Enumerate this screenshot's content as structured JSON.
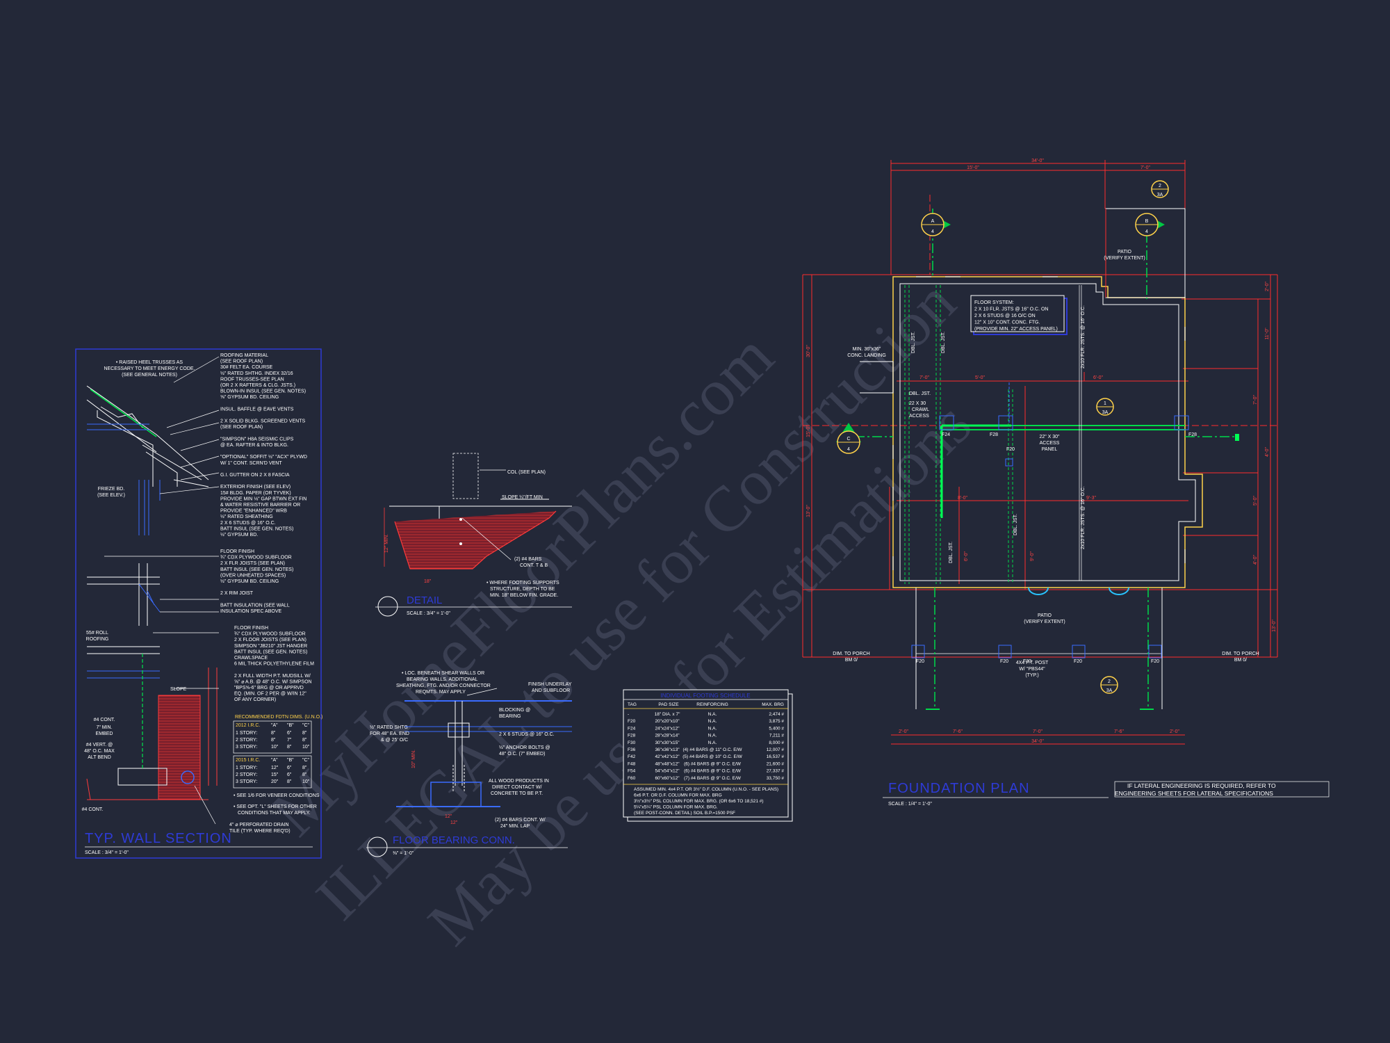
{
  "watermark": {
    "line1": "MyHomeFloorPlans.com",
    "line2": "ILLEGAL to use for Construction",
    "line3": "May be used for Estimations"
  },
  "wall_section": {
    "title": "TYP. WALL SECTION",
    "scale": "SCALE : 3/4\" = 1'-0\"",
    "left_notes": [
      "• RAISED HEEL TRUSSES AS",
      "NECESSARY TO MEET ENERGY CODE.",
      "(SEE GENERAL NOTES)"
    ],
    "frieze": [
      "FRIEZE BD.",
      "(SEE ELEV.)"
    ],
    "lower_left": [
      "55# ROLL",
      "ROOFING"
    ],
    "vert_notes": [
      "#4 CONT.",
      "7\" MIN.",
      "EMBED",
      "#4 VERT. @",
      "48\" O.C. MAX",
      "ALT BEND"
    ],
    "bottom_cont": "#4 CONT.",
    "right_notes_1": [
      "ROOFING MATERIAL",
      "(SEE ROOF PLAN)",
      "30# FELT EA. COURSE",
      "½\" RATED SHTHG. INDEX 32/16",
      "ROOF TRUSSES-SEE PLAN",
      "(OR 2 X RAFTERS & CLG. JSTS.)",
      "BLOWN-IN INSUL (SEE GEN. NOTES)",
      "⅝\" GYPSUM BD. CEILING",
      "",
      "INSUL. BAFFLE @ EAVE VENTS",
      "",
      "2 X SOLID BLKG. SCREENED VENTS",
      "(SEE ROOF PLAN)",
      "",
      "\"SIMPSON\" H8A SEISMIC CLIPS",
      "@ EA. RAFTER & INTO BLKG.",
      "",
      "\"OPTIONAL\" SOFFIT ½\" \"ACX\" PLYWD",
      "W/ 1\" CONT. SCRN'D VENT",
      "",
      "G.I. GUTTER ON 2 X 8 FASCIA",
      "",
      "EXTERIOR FINISH (SEE ELEV)",
      "15# BLDG. PAPER (OR TYVEK)",
      "PROVIDE MIN ⅛\" GAP BTWN EXT FIN",
      "& WATER RESISTIVE BARRIER OR",
      "PROVIDE \"ENHANCED\" WRB",
      "½\" RATED SHEATHING",
      "2 X 6 STUDS @ 16\" O.C.",
      "BATT INSUL (SEE GEN. NOTES)",
      "½\" GYPSUM BD."
    ],
    "right_notes_2": [
      "FLOOR FINISH",
      "¾\" CDX PLYWOOD SUBFLOOR",
      "2 X FLR JOISTS (SEE PLAN)",
      "BATT INSUL (SEE GEN. NOTES)",
      "(OVER UNHEATED SPACES)",
      "½\" GYPSUM BD. CEILING",
      "",
      "2 X  RIM JOIST",
      "",
      "BATT INSULATION (SEE WALL",
      "INSULATION SPEC ABOVE"
    ],
    "right_notes_3": [
      "FLOOR FINISH",
      "¾\" CDX PLYWOOD SUBFLOOR",
      "2 X FLOOR JOISTS (SEE PLAN)",
      "SIMPSON \"JB210\" JST HANGER",
      "BATT INSUL (SEE GEN. NOTES)",
      "CRAWLSPACE",
      "6 MIL THICK POLYETHYLENE FILM",
      "",
      "2 X FULL WIDTH P.T. MUDSILL W/",
      "⅝\" ⌀ A.B. @ 48\" O.C. W/ SIMPSON",
      "\"BPS⅝-6\" BRG @ OR APPRVD",
      "EQ. (MIN. OF 2 PER @ W/IN 12\"",
      "OF ANY CORNER)"
    ],
    "slope_label": "SLOPE",
    "recommend_title": "RECOMMENDED FDTN DIMS. (U.N.O.)",
    "irc2012_header": [
      "2012 I.R.C.",
      "\"A\"",
      "\"B\"",
      "\"C\""
    ],
    "irc2012_rows": [
      [
        "1 STORY:",
        "8\"",
        "6\"",
        "8\""
      ],
      [
        "2 STORY:",
        "8\"",
        "7\"",
        "8\""
      ],
      [
        "3 STORY:",
        "10\"",
        "8\"",
        "10\""
      ]
    ],
    "irc2015_header": [
      "2015 I.R.C.",
      "\"A\"",
      "\"B\"",
      "\"C\""
    ],
    "irc2015_rows": [
      [
        "1 STORY:",
        "12\"",
        "6\"",
        "8\""
      ],
      [
        "2 STORY:",
        "15\"",
        "6\"",
        "8\""
      ],
      [
        "3 STORY:",
        "20\"",
        "8\"",
        "10\""
      ]
    ],
    "notes_after_table": [
      "• SEE 1/6 FOR VENEER CONDITIONS",
      "",
      "• SEE OPT. \"L\" SHEETS FOR OTHER",
      "CONDITIONS THAT MAY APPLY."
    ],
    "drain_note": [
      "4\" ⌀ PERFORATED DRAIN",
      "TILE (TYP. WHERE REQ'D)"
    ]
  },
  "detail": {
    "title": "DETAIL",
    "scale": "SCALE : 3/4\" = 1'-0\"",
    "col_label": "COL (SEE PLAN)",
    "slope_label": "SLOPE ¼\"/FT MIN",
    "bars_label": [
      "(2) #4 BARS",
      "CONT. T & B"
    ],
    "footing_note": [
      "• WHERE FOOTING SUPPORTS",
      "STRUCTURE, DEPTH TO BE",
      "MIN. 18\" BELOW FIN. GRADE."
    ],
    "dims": [
      "12\" MIN.",
      "18\""
    ]
  },
  "floor_bearing": {
    "title": "FLOOR BEARING CONN.",
    "scale": "⅜\" = 1'-0\"",
    "notes_top": [
      "• LOC. BENEATH SHEAR WALLS OR",
      "BEARING WALLS. ADDITIONAL",
      "SHEATHING, FTG. AND/OR CONNECTOR",
      "REQMTS. MAY APPLY"
    ],
    "finish_underlay": [
      "FINISH UNDERLAY",
      "AND SUBFLOOR"
    ],
    "blocking": [
      "BLOCKING @",
      "BEARING"
    ],
    "studs": "2 X 6 STUDS @ 16\" O.C.",
    "anchor": [
      "½\" ANCHOR BOLTS @",
      "48\" O.C. (7\" EMBED)"
    ],
    "rated_shtg": [
      "½\" RATED SHTG",
      "FOR 48\" EA. END",
      "& @ 25' O/C"
    ],
    "wood_note": [
      "ALL WOOD PRODUCTS IN",
      "DIRECT CONTACT W/",
      "CONCRETE TO BE P.T."
    ],
    "bars_note": [
      "(2) #4  BARS CONT. W/",
      "24\" MIN. LAP"
    ],
    "dims": [
      "12\"",
      "12\"",
      "10\" MIN."
    ]
  },
  "schedule": {
    "title": "INDIVIDUAL FOOTING SCHEDULE",
    "headers": [
      "TAG",
      "PAD SIZE",
      "REINFORCING",
      "MAX. BRG"
    ],
    "rows": [
      [
        "-",
        "18\" DIA. x 7\"",
        "N.A.",
        "2,474 #"
      ],
      [
        "F20",
        "20\"x20\"x10\"",
        "N.A.",
        "3,875 #"
      ],
      [
        "F24",
        "24\"x24\"x12\"",
        "N.A.",
        "5,400 #"
      ],
      [
        "F28",
        "28\"x28\"x14\"",
        "N.A.",
        "7,211 #"
      ],
      [
        "F30",
        "30\"x30\"x15\"",
        "N.A.",
        "8,000 #"
      ],
      [
        "F36",
        "36\"x36\"x13\"",
        "(4) #4 BARS @ 11\" O.C. E/W",
        "12,007 #"
      ],
      [
        "F42",
        "42\"x42\"x12\"",
        "(5) #4 BARS @ 10\" O.C. E/W",
        "16,537 #"
      ],
      [
        "F48",
        "48\"x48\"x12\"",
        "(6) #4 BARS @ 9\" O.C. E/W",
        "21,600 #"
      ],
      [
        "F54",
        "54\"x54\"x12\"",
        "(6) #4 BARS @ 9\" O.C. E/W",
        "27,337 #"
      ],
      [
        "F60",
        "60\"x60\"x12\"",
        "(7) #4 BARS @ 9\" O.C. E/W",
        "33,750 #"
      ]
    ],
    "footnotes": [
      "ASSUMED MIN. 4x4 P.T. OR 3½\" D.F. COLUMN (U.N.O. - SEE PLANS)",
      "6x6 P.T. OR D.F. COLUMN FOR MAX. BRG",
      "3½\"x3½\" PSL COLUMN FOR MAX. BRG. (OR 6x6 TO 18,521 #)",
      "5¼\"x5¼\" PSL COLUMN FOR MAX. BRG.",
      "(SEE POST-CONN. DETAIL)        SOIL B.P.=1500 PSF"
    ]
  },
  "plan": {
    "title": "FOUNDATION PLAN",
    "scale": "SCALE : 1/4\" = 1'-0\"",
    "lateral_note": [
      "IF LATERAL ENGINEERING IS REQUIRED, REFER TO",
      "ENGINEERING SHEETS FOR LATERAL SPECIFICATIONS"
    ],
    "floor_system": [
      "FLOOR SYSTEM:",
      "2 X 10 FLR. JSTS @ 16\" O.C. ON",
      "2 X 6 STUDS @ 16 O/C ON",
      "12\" X 10\" CONT. CONC. FTG.",
      "(PROVIDE MIN. 22\" ACCESS PANEL)"
    ],
    "patio_top": [
      "PATIO",
      "(VERIFY EXTENT)"
    ],
    "patio_bottom": [
      "PATIO",
      "(VERIFY EXTENT)"
    ],
    "landing": [
      "MIN. 36\"x36\"",
      "CONC. LANDING"
    ],
    "crawl": [
      "DBL. JST.",
      "22 X 30",
      "CRAWL",
      "ACCESS"
    ],
    "access_panel": [
      "22\" X 30\"",
      "ACCESS",
      "PANEL"
    ],
    "post": [
      "4X4 P.T. POST",
      "W/ \"PBS44\"",
      "(TYP.)"
    ],
    "dim_porch_left": [
      "DIM. TO PORCH",
      "BM 0/"
    ],
    "dim_porch_right": [
      "DIM. TO PORCH",
      "BM 0/"
    ],
    "joist_labels": [
      "2x10 FLR. JSTS. @ 16\" O.C.",
      "2x10 FLR. JSTS. @ 16\" O.C."
    ],
    "dbl_jst": [
      "DBL. JST.",
      "DBL. JST.",
      "DBL. JST.",
      "DBL. JST."
    ],
    "tags": [
      "F24",
      "F28",
      "F28",
      "F20",
      "F20",
      "F20",
      "F20",
      "F20",
      "F20"
    ],
    "markers": [
      {
        "top": "A",
        "bottom": "4"
      },
      {
        "top": "B",
        "bottom": "4"
      },
      {
        "top": "C",
        "bottom": "4"
      },
      {
        "top": "2",
        "bottom": "3A"
      },
      {
        "top": "1",
        "bottom": "3A"
      },
      {
        "top": "2",
        "bottom": "3A"
      }
    ],
    "top_dims": [
      "34'-0\"",
      "15'-0\"",
      "7'-0\""
    ],
    "bottom_dims": [
      "2'-0\"",
      "7'-6\"",
      "7'-0\"",
      "7'-6\"",
      "2'-0\"",
      "34'-0\""
    ],
    "left_dims": [
      "30'-0\"",
      "15'-0\"",
      "13'-0\""
    ],
    "interior_dims": [
      "7'-0\"",
      "5'-0\"",
      "6'-0\"",
      "8'-0\"",
      "9'-3\"",
      "6'-0\"",
      "9'-0\""
    ],
    "right_dims": [
      "2'-0\"",
      "11'-0\"",
      "7'-0\"",
      "4'-0\"",
      "5'-0\"",
      "4'-0\"",
      "13'-0\""
    ]
  }
}
